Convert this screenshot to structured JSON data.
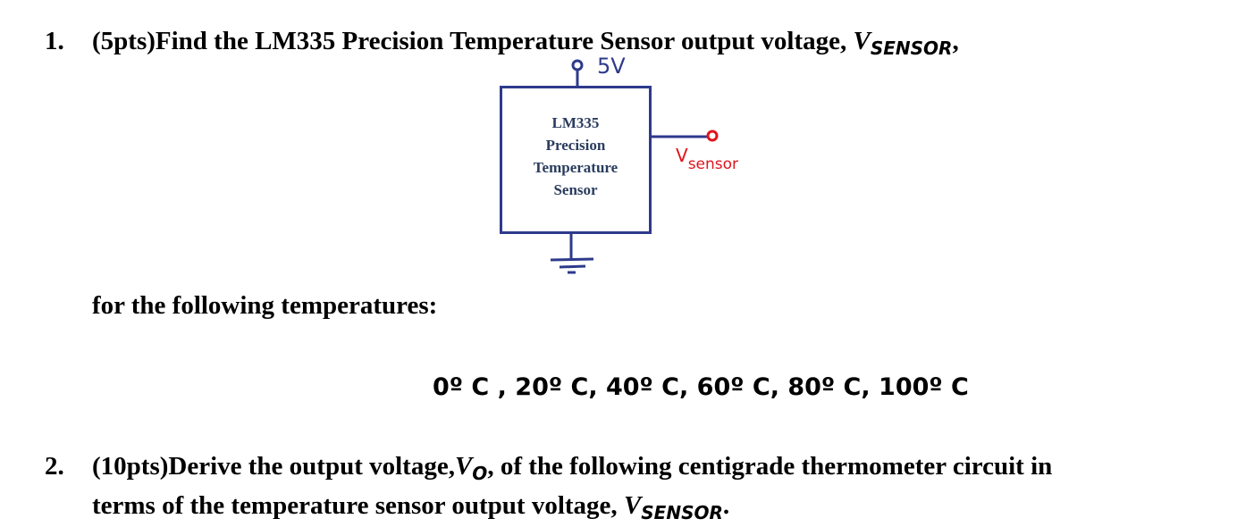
{
  "q1": {
    "number": "1.",
    "text": "(5pts)Find the LM335 Precision Temperature Sensor output voltage, ",
    "var": "V",
    "var_sub": "SENSOR",
    "trail": ",",
    "follow": "for the following temperatures:",
    "temps": [
      "0º C",
      "20º C",
      "40º C",
      "60º C",
      "80º C",
      "100º C"
    ]
  },
  "circuit": {
    "supply": "5V",
    "box_lines": [
      "LM335",
      "Precision",
      "Temperature",
      "Sensor"
    ],
    "output_label": "V",
    "output_sub": "sensor"
  },
  "q2": {
    "number": "2.",
    "line1_a": "(10pts)Derive the output voltage,",
    "var": "V",
    "var_sub": "O",
    "line1_b": ", of the following centigrade thermometer circuit in",
    "line2_a": "terms of  the temperature sensor output voltage, ",
    "var2": "V",
    "var2_sub": "SENSOR",
    "line2_end": "."
  }
}
